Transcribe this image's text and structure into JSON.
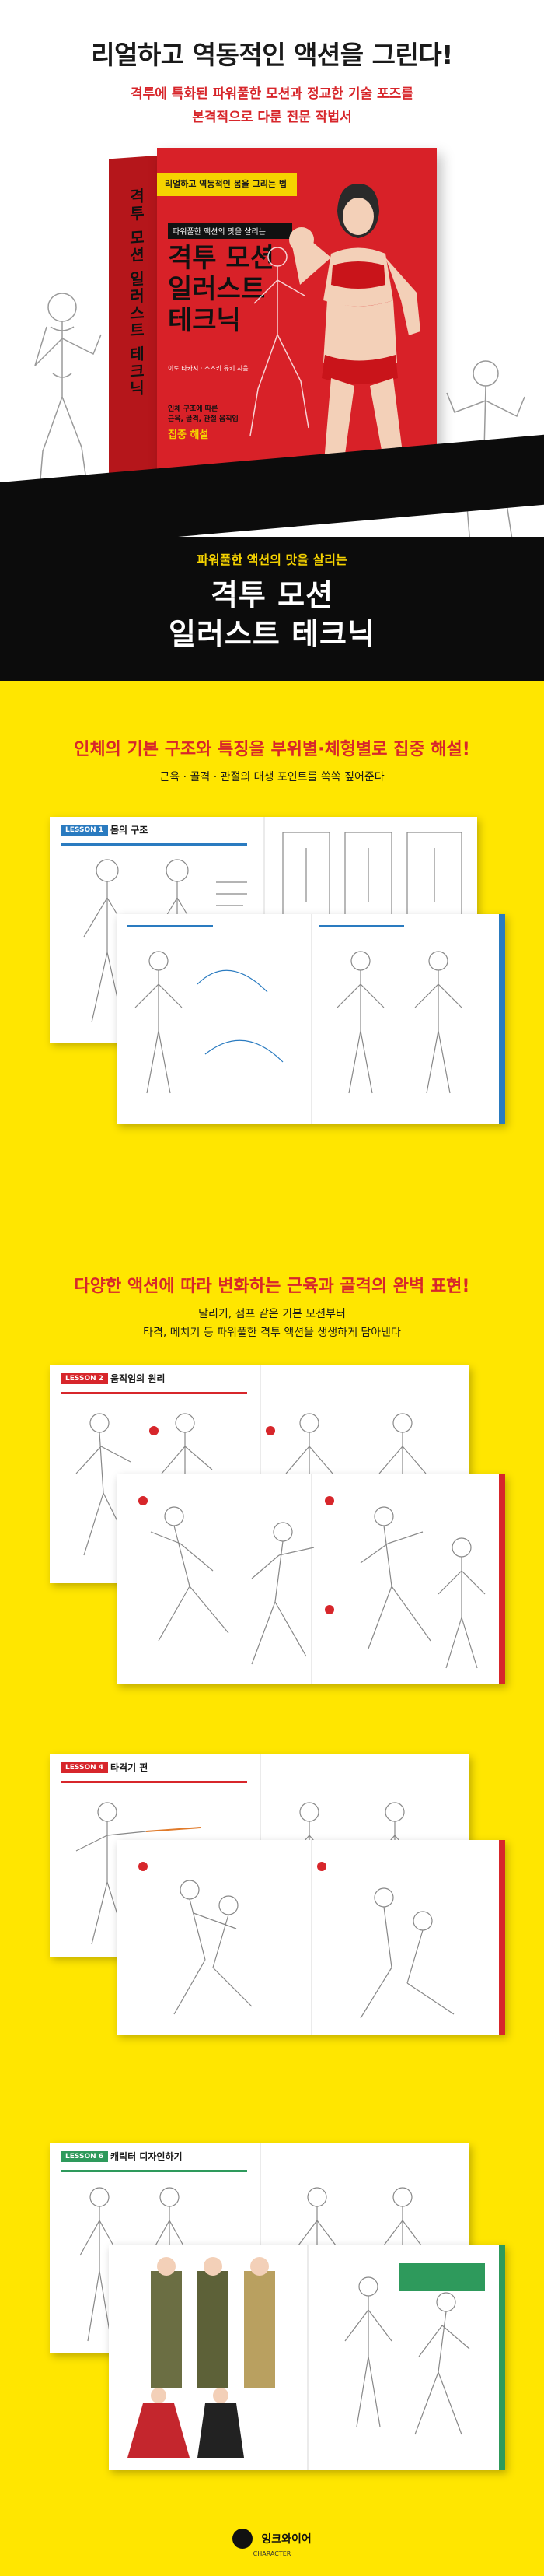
{
  "hero": {
    "title": "리얼하고 역동적인 액션을 그린다!",
    "subtitle_line1": "격투에 특화된 파워풀한 모션과 정교한 기술 포즈를",
    "subtitle_line2": "본격적으로 다룬 전문 작법서"
  },
  "book": {
    "band": "리얼하고 역동적인 몸을 그리는 법",
    "small_label": "파워풀한 액션의 맛을 살리는",
    "title_line1": "격투 모션",
    "title_line2": "일러스트",
    "title_line3": "테크닉",
    "spine": "격투 모션 일러스트 테크닉",
    "side_text_line1": "인체 구조에 따른",
    "side_text_line2": "근육, 골격, 관절 움직임",
    "side_yellow": "집중 해설",
    "author": "이토 타카시 · 스즈키 유키 지음"
  },
  "banner": {
    "subtitle": "파워풀한 액션의 맛을 살리는",
    "title_line1": "격투 모션",
    "title_line2": "일러스트 테크닉"
  },
  "section1": {
    "heading": "인체의 기본 구조와 특징을 부위별·체형별로 집중 해설!",
    "sub": "근육 · 골격 · 관절의 대생 포인트를 쏙쏙 짚어준다",
    "page_title": "몸의 구조"
  },
  "section2": {
    "heading": "다양한 액션에 따라 변화하는 근육과 골격의 완벽 표현!",
    "sub_line1": "달리기, 점프 같은 기본 모션부터",
    "sub_line2": "타격, 메치기 등 파워풀한 격투 액션을 생생하게 담아낸다",
    "page_title_a": "움직임의 원리",
    "page_title_b": "타격기 편",
    "page_title_c": "캐릭터 디자인하기"
  },
  "footer": {
    "publisher": "잉크와이어",
    "publisher_small": "CHARACTER"
  },
  "colors": {
    "accent_red": "#d7262b",
    "accent_yellow": "#ffe600",
    "black": "#0c0c0c"
  }
}
